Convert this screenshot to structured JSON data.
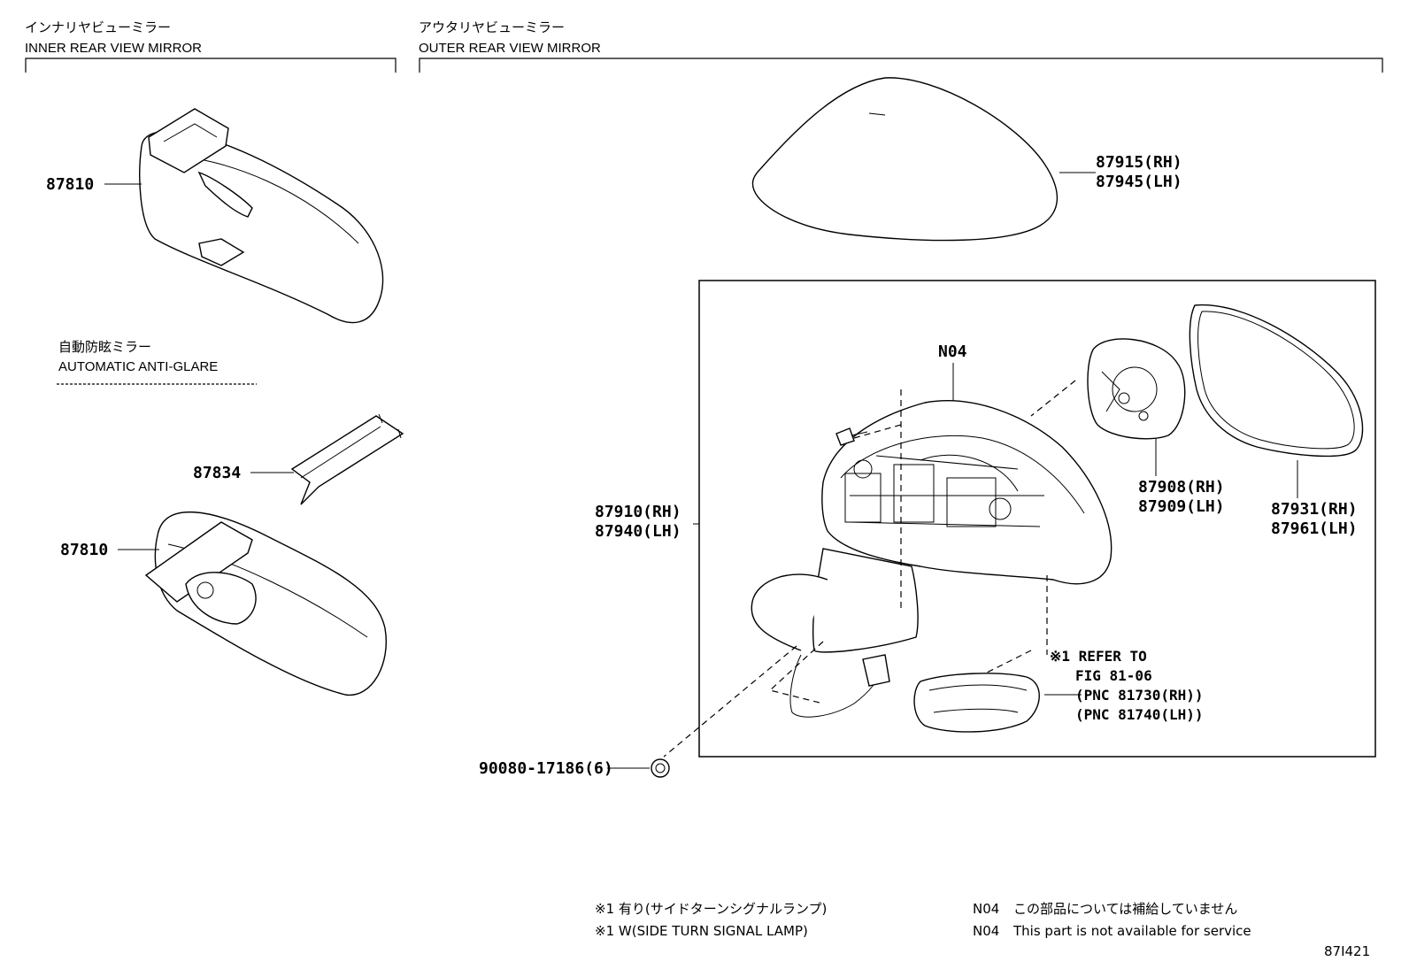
{
  "sections": {
    "inner": {
      "title_jp": "インナリヤビューミラー",
      "title_en": "INNER REAR VIEW MIRROR"
    },
    "outer": {
      "title_jp": "アウタリヤビューミラー",
      "title_en": "OUTER REAR VIEW MIRROR"
    },
    "anti_glare": {
      "title_jp": "自動防眩ミラー",
      "title_en": "AUTOMATIC ANTI-GLARE"
    }
  },
  "callouts": {
    "inner_mirror_1": "87810",
    "inner_mirror_2": "87810",
    "cover": "87834",
    "cap_rh": "87915(RH)",
    "cap_lh": "87945(LH)",
    "n04": "N04",
    "motor_rh": "87908(RH)",
    "motor_lh": "87909(LH)",
    "glass_rh": "87931(RH)",
    "glass_lh": "87961(LH)",
    "assy_rh": "87910(RH)",
    "assy_lh": "87940(LH)",
    "nut": "90080-17186(6)"
  },
  "refer": {
    "line1": "※1 REFER TO",
    "line2": "FIG 81-06",
    "line3": "(PNC 81730(RH))",
    "line4": "(PNC 81740(LH))"
  },
  "notes": {
    "star_jp": "※1 有り(サイドターンシグナルランプ)",
    "star_en": "※1 W(SIDE TURN SIGNAL LAMP)",
    "n04_code": "N04",
    "n04_jp": "この部品については補給していません",
    "n04_en": "This part is not available for service"
  },
  "figure_id": "87I421"
}
